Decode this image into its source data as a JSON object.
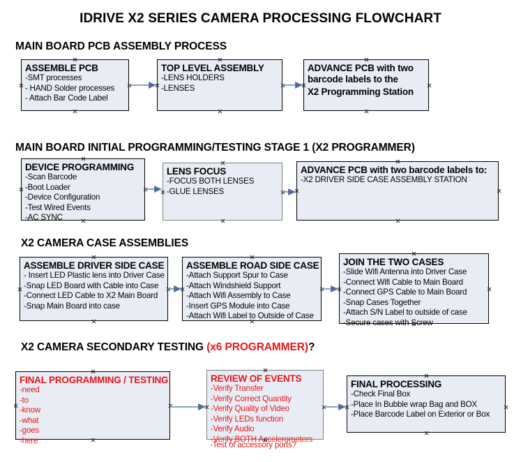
{
  "document": {
    "title": "IDRIVE X2  SERIES CAMERA PROCESSING FLOWCHART",
    "accent_red": "#e8161a",
    "node_fill": "#e8edf5",
    "arrow_color": "#7f96b4"
  },
  "sections": [
    {
      "id": "main-board-pcb-assembly",
      "header": "MAIN BOARD PCB ASSEMBLY PROCESS",
      "header_accent": ""
    },
    {
      "id": "main-board-initial-programming",
      "header": "MAIN BOARD INITIAL PROGRAMMING/TESTING STAGE 1 (X2 PROGRAMMER)",
      "header_accent": ""
    },
    {
      "id": "x2-camera-case-assemblies",
      "header": "X2 CAMERA CASE ASSEMBLIES",
      "header_accent": ""
    },
    {
      "id": "x2-camera-secondary-testing",
      "header": "X2 CAMERA SECONDARY TESTING ",
      "header_accent": "(x6 PROGRAMMER)",
      "header_tail": "?"
    }
  ],
  "nodes": {
    "assemble_pcb": {
      "title": "ASSEMBLE PCB",
      "lines": [
        "-SMT processes",
        "- HAND Solder processes",
        "- Attach Bar Code Label"
      ]
    },
    "top_level_assembly": {
      "title": "TOP LEVEL ASSEMBLY",
      "lines": [
        "-LENS HOLDERS",
        "-LENSES"
      ]
    },
    "advance_pcb_station": {
      "title": "ADVANCE PCB with two",
      "lines": [
        "barcode labels to the",
        " X2 Programming Station"
      ]
    },
    "device_programming": {
      "title": "DEVICE PROGRAMMING",
      "lines": [
        "-Scan Barcode",
        "-Boot Loader",
        "-Device Configuration",
        "-Test Wired Events",
        "-AC SYNC"
      ]
    },
    "lens_focus": {
      "title": "LENS FOCUS",
      "lines": [
        "-FOCUS BOTH LENSES",
        "-GLUE LENSES"
      ]
    },
    "advance_pcb_driver_side": {
      "title": "ADVANCE PCB with two barcode labels to:",
      "lines": [
        "-X2 DRIVER  SIDE  CASE  ASSEMBLY STATION"
      ]
    },
    "assemble_driver_side_case": {
      "title": "ASSEMBLE DRIVER SIDE CASE",
      "lines": [
        "- Insert LED Plastic lens into Driver Case",
        "-Snap LED Board with Cable into Case",
        "-Connect LED Cable to X2 Main Board",
        "-Snap Main Board into case"
      ]
    },
    "assemble_road_side_case": {
      "title": "ASSEMBLE ROAD SIDE CASE",
      "lines": [
        "-Attach Support Spur to Case",
        "-Attach Windshield Support",
        "-Attach Wifi Assembly to Case",
        "-Insert GPS Module into Case",
        "-Attach Wifi Label to Outside of Case"
      ]
    },
    "join_the_two_cases": {
      "title": "JOIN THE TWO CASES",
      "lines": [
        "-Slide Wifi Antenna into Driver Case",
        "-Connect Wifi Cable to Main Board",
        "-Connect GPS Cable to Main Board",
        "-Snap Cases Together",
        "-Attach S/N Label to outside of case",
        "-Secure cases with Screw"
      ]
    },
    "final_programming_testing": {
      "title": "FINAL PROGRAMMING / TESTING",
      "lines": [
        "-need",
        "-to",
        "-know",
        "-what",
        "-goes",
        "-here"
      ]
    },
    "review_of_events": {
      "title": "REVIEW OF EVENTS",
      "lines": [
        "-Verify Transfer",
        "-Verify Correct Quantity",
        "-Verify Quality of Video",
        "-Verify LEDs function",
        "-Verify Audio",
        "-Verify BOTH Accelerometers"
      ],
      "overflow_line": "-Test of accessory ports?"
    },
    "final_processing": {
      "title": "FINAL PROCESSING",
      "lines": [
        " -Check Final Box",
        "-Place In Bubble wrap Bag and BOX",
        "-Place Barcode Label on Exterior or Box"
      ]
    }
  }
}
